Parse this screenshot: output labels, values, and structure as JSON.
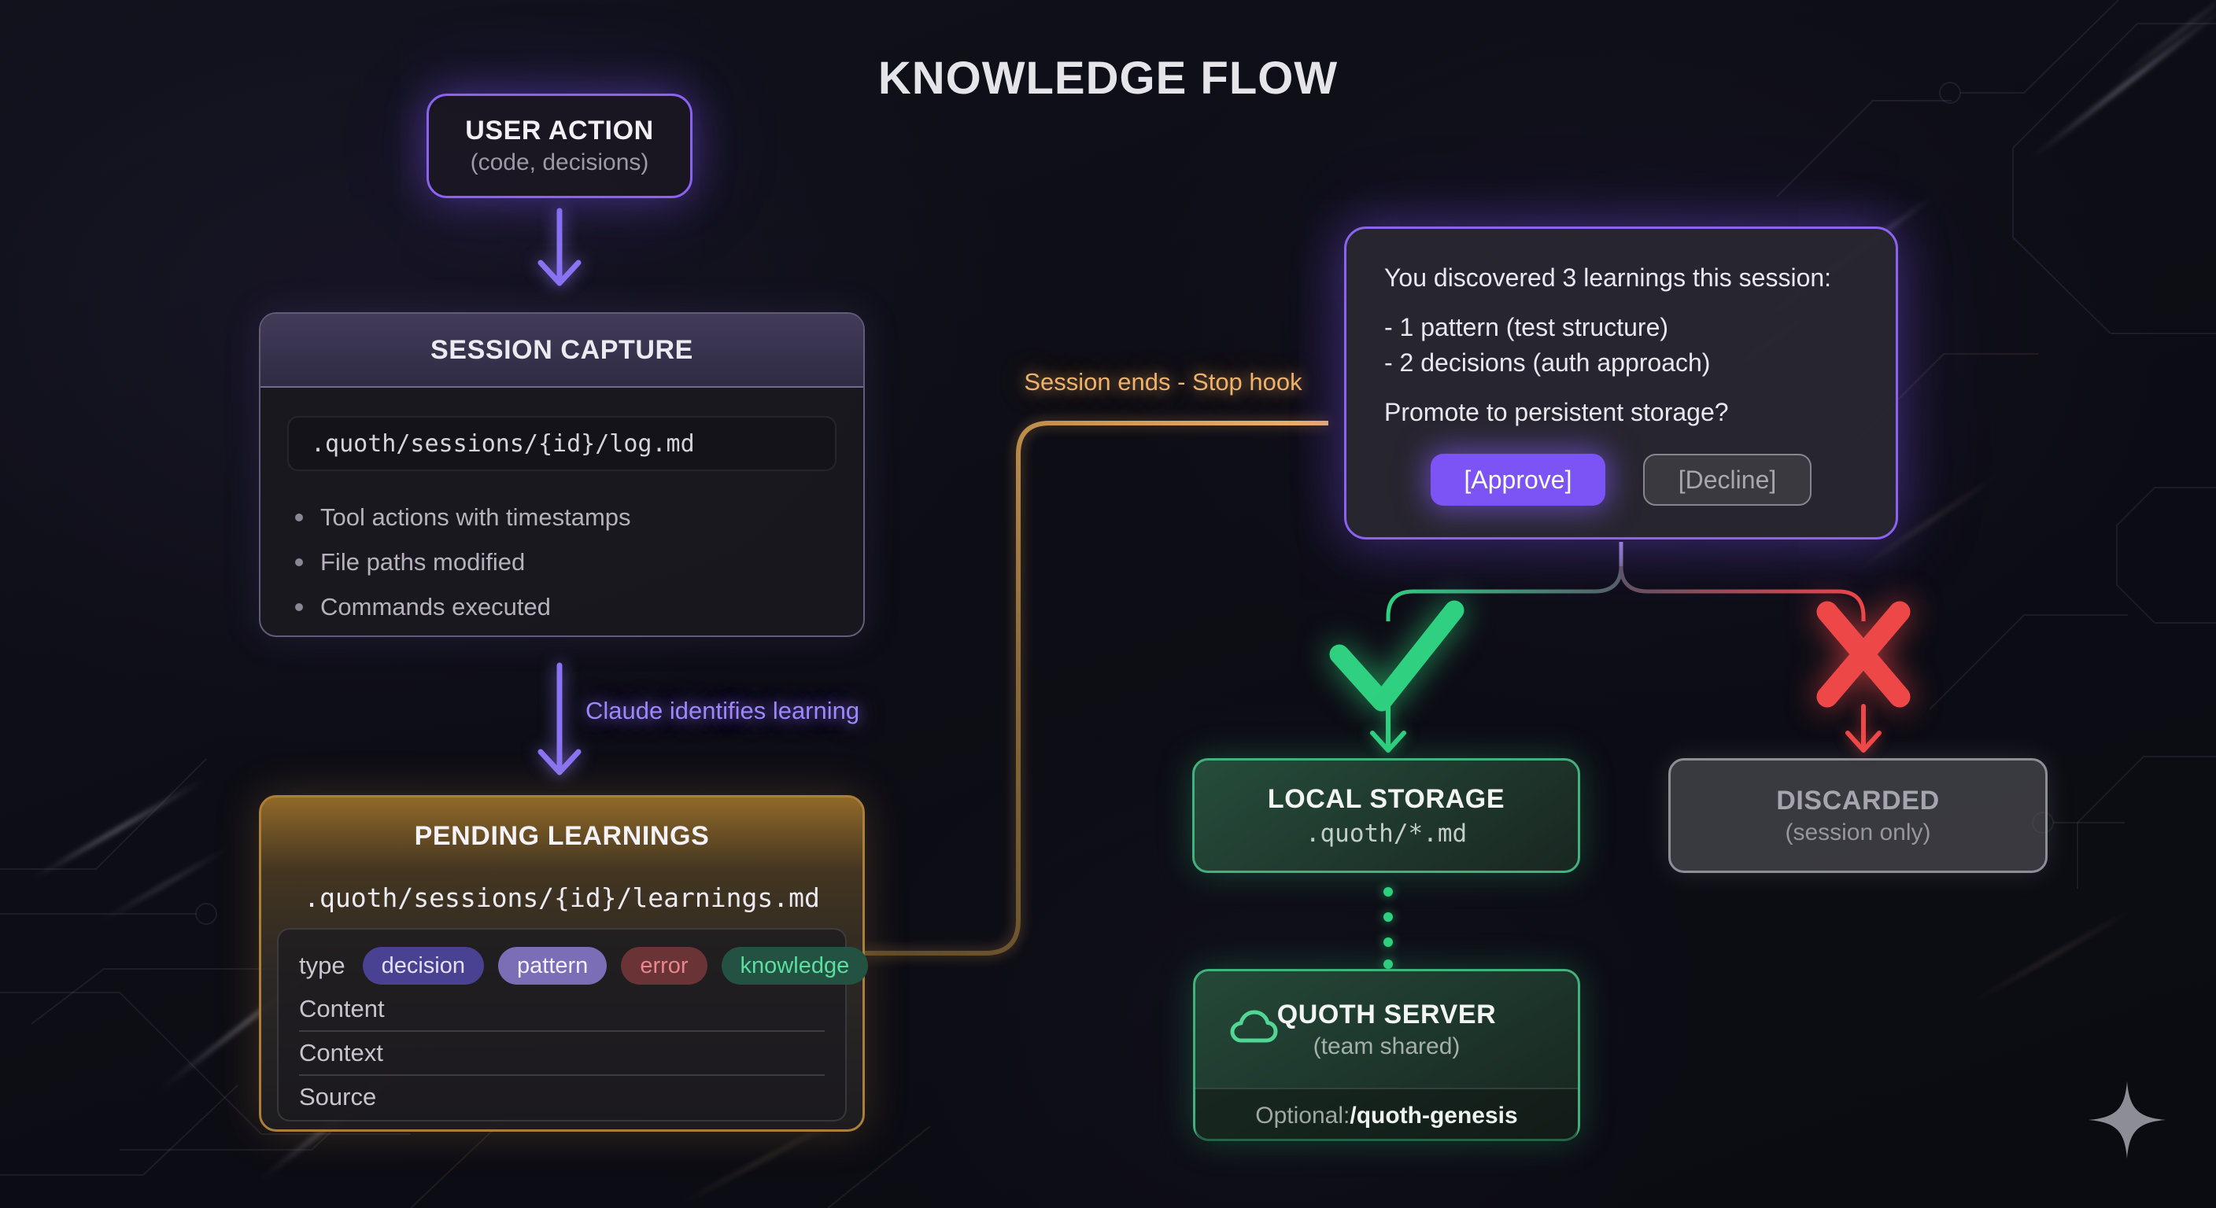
{
  "title": "KNOWLEDGE FLOW",
  "colors": {
    "purple_accent": "#8b63f0",
    "gold_accent": "#ab7e3a",
    "orange_label": "#edb26c",
    "green_accent": "#34d17e",
    "red_accent": "#ee4747",
    "gray_accent": "#8f8d95"
  },
  "user_action": {
    "title": "USER ACTION",
    "subtitle": "(code, decisions)"
  },
  "session_capture": {
    "title": "SESSION CAPTURE",
    "path": ".quoth/sessions/{id}/log.md",
    "bullets": [
      "Tool actions with timestamps",
      "File paths modified",
      "Commands executed"
    ]
  },
  "edge_labels": {
    "identify": "Claude identifies learning",
    "session_end": "Session ends - Stop hook"
  },
  "pending_learnings": {
    "title": "PENDING LEARNINGS",
    "path": ".quoth/sessions/{id}/learnings.md",
    "type_label": "type",
    "badges": [
      {
        "label": "decision",
        "bg": "#494191",
        "fg": "#e3e0f6"
      },
      {
        "label": "pattern",
        "bg": "#7b6db6",
        "fg": "#f2f0fa"
      },
      {
        "label": "error",
        "bg": "#6a3336",
        "fg": "#ea868d"
      },
      {
        "label": "knowledge",
        "bg": "#235243",
        "fg": "#5bdf9f"
      }
    ],
    "fields": [
      "Content",
      "Context",
      "Source"
    ]
  },
  "promotion_dialog": {
    "intro": "You discovered 3 learnings this session:",
    "items": [
      "- 1 pattern (test structure)",
      "- 2 decisions (auth approach)"
    ],
    "question": "Promote to persistent storage?",
    "approve_label": "[Approve]",
    "decline_label": "[Decline]"
  },
  "local_storage": {
    "title": "LOCAL STORAGE",
    "subtitle": ".quoth/*.md"
  },
  "discarded": {
    "title": "DISCARDED",
    "subtitle": "(session only)"
  },
  "quoth_server": {
    "title": "QUOTH SERVER",
    "subtitle": "(team shared)",
    "footer_prefix": "Optional: ",
    "footer_command": "/quoth-genesis"
  }
}
